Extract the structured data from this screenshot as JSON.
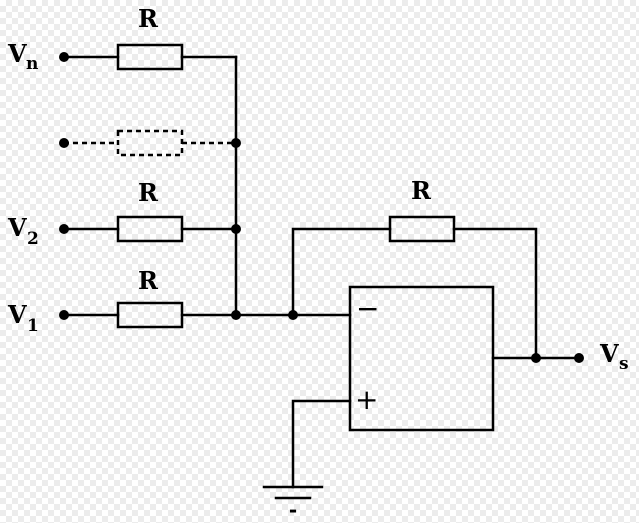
{
  "diagram": {
    "resistors": {
      "r_n": "R",
      "r_2": "R",
      "r_1": "R",
      "r_feedback": "R"
    },
    "inputs": {
      "v_n": {
        "main": "V",
        "sub": "n"
      },
      "v_2": {
        "main": "V",
        "sub": "2"
      },
      "v_1": {
        "main": "V",
        "sub": "1"
      }
    },
    "output": {
      "main": "V",
      "sub": "s"
    },
    "opamp": {
      "inverting": "−",
      "non_inverting": "+"
    },
    "ground": "-"
  }
}
